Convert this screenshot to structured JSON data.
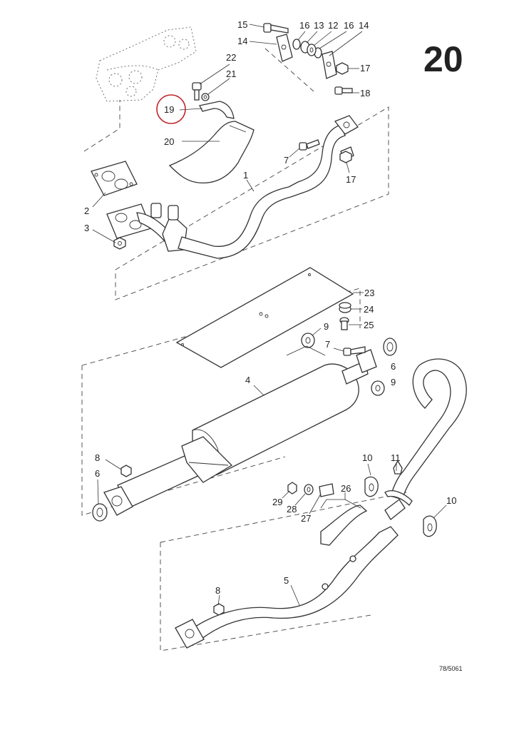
{
  "page_number": "20",
  "drawing_code": "78/5061",
  "highlighted_part": "19",
  "highlight_color": "#c0262d",
  "callouts": {
    "c1": "1",
    "c2": "2",
    "c3": "3",
    "c4": "4",
    "c5": "5",
    "c6a": "6",
    "c6b": "6",
    "c7a": "7",
    "c7b": "7",
    "c8a": "8",
    "c8b": "8",
    "c9a": "9",
    "c9b": "9",
    "c10a": "10",
    "c10b": "10",
    "c11": "11",
    "c12": "12",
    "c13": "13",
    "c14a": "14",
    "c14b": "14",
    "c15": "15",
    "c16a": "16",
    "c16b": "16",
    "c17a": "17",
    "c17b": "17",
    "c18": "18",
    "c19": "19",
    "c20": "20",
    "c21": "21",
    "c22": "22",
    "c23": "23",
    "c24": "24",
    "c25": "25",
    "c26": "26",
    "c27": "27",
    "c28": "28",
    "c29": "29"
  }
}
